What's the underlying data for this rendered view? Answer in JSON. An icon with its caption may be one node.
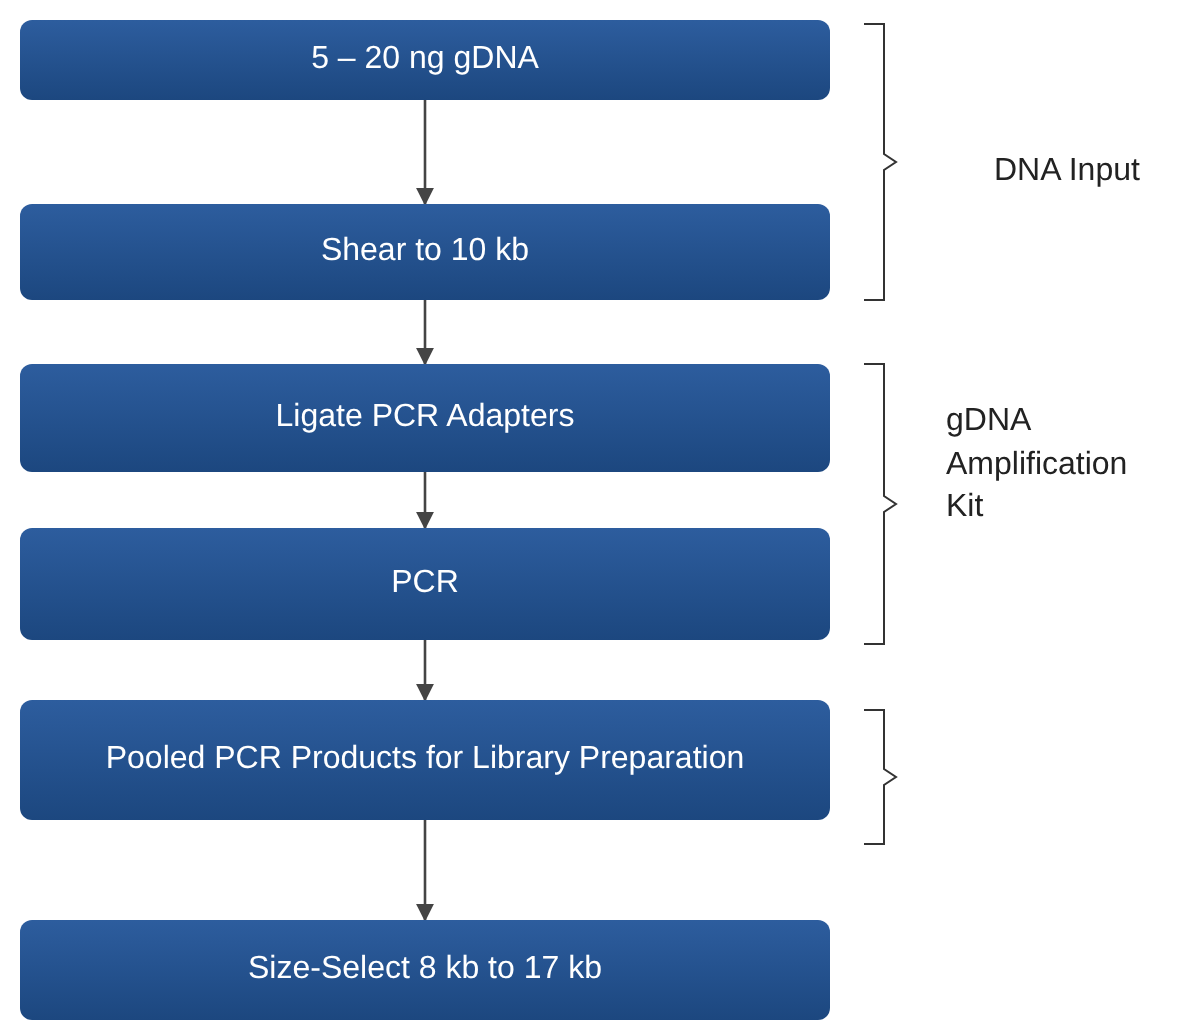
{
  "diagram": {
    "nodes": [
      {
        "text": [
          "5 – 20 ng gDNA"
        ]
      },
      {
        "text": [
          "Shear to 10 kb"
        ]
      },
      {
        "text": [
          "Ligate PCR Adapters"
        ]
      },
      {
        "text": [
          "PCR"
        ]
      },
      {
        "text": [
          "Pooled PCR Products for Library Preparation"
        ]
      },
      {
        "text": [
          "Size-Select 8 kb to 17 kb"
        ]
      }
    ],
    "edges": [
      {
        "from": 0,
        "to": 1,
        "arrow": "to"
      },
      {
        "from": 1,
        "to": 2,
        "arrow": "to"
      },
      {
        "from": 2,
        "to": 3,
        "arrow": "to"
      },
      {
        "from": 3,
        "to": 4,
        "arrow": "to"
      },
      {
        "from": 4,
        "to": 5,
        "arrow": "to"
      }
    ],
    "labels": [
      "DNA Input",
      "gDNA Amplification Kit"
    ]
  }
}
